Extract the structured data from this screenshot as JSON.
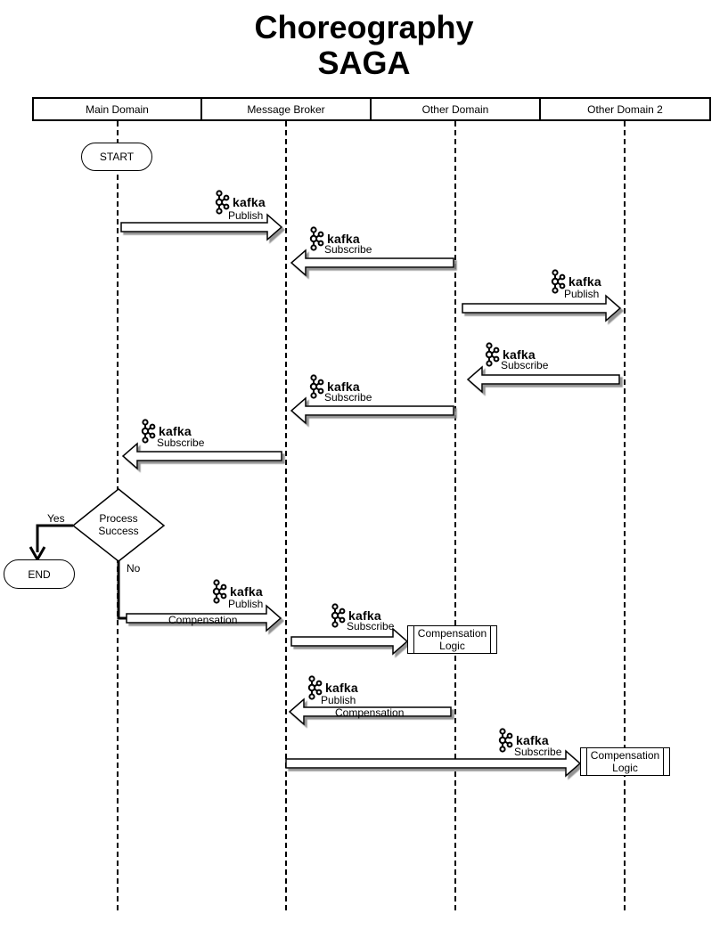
{
  "title": {
    "line1": "Choreography",
    "line2": "SAGA"
  },
  "lanes": {
    "main": "Main Domain",
    "broker": "Message Broker",
    "other": "Other Domain",
    "other2": "Other Domain 2"
  },
  "nodes": {
    "start": "START",
    "end": "END",
    "decision_line1": "Process",
    "decision_line2": "Success",
    "yes": "Yes",
    "no": "No",
    "comp_logic_1_line1": "Compensation",
    "comp_logic_1_line2": "Logic",
    "comp_logic_2_line1": "Compensation",
    "comp_logic_2_line2": "Logic"
  },
  "kafka_word": "kafka",
  "messages": [
    {
      "kafka": "kafka",
      "action": "Publish",
      "text": ""
    },
    {
      "kafka": "kafka",
      "action": "Subscribe",
      "text": ""
    },
    {
      "kafka": "kafka",
      "action": "Publish",
      "text": ""
    },
    {
      "kafka": "kafka",
      "action": "Subscribe",
      "text": ""
    },
    {
      "kafka": "kafka",
      "action": "Subscribe",
      "text": ""
    },
    {
      "kafka": "kafka",
      "action": "Subscribe",
      "text": ""
    },
    {
      "kafka": "kafka",
      "action": "Publish",
      "text": "Compensation"
    },
    {
      "kafka": "kafka",
      "action": "Subscribe",
      "text": ""
    },
    {
      "kafka": "kafka",
      "action": "Publish",
      "text": "Compensation"
    },
    {
      "kafka": "kafka",
      "action": "Subscribe",
      "text": ""
    }
  ],
  "icons": {
    "kafka": "kafka-logo-icon"
  }
}
